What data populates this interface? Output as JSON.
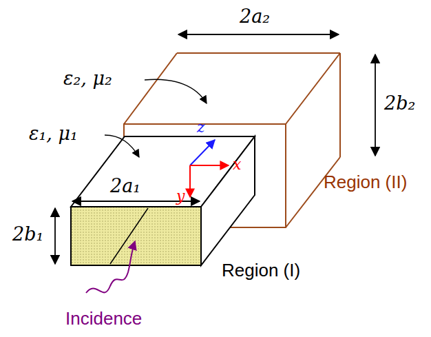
{
  "diagram": {
    "labels": [
      "2a₂",
      "2b₂",
      "ε₂, μ₂",
      "ε₁, μ₁",
      "Region (II)",
      "z",
      "x",
      "y",
      "2a₁",
      "2b₁",
      "Region (I)",
      "Incidence"
    ]
  }
}
